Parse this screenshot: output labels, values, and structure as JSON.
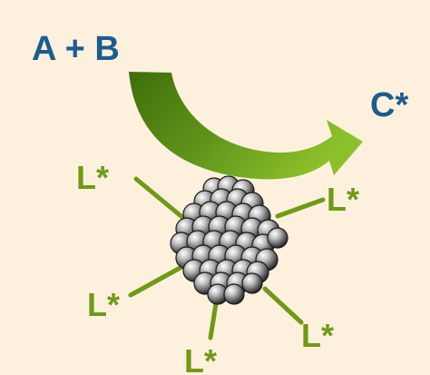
{
  "reaction": {
    "reactants": "A + B",
    "product": "C*"
  },
  "ligands": {
    "labels": [
      "L*",
      "L*",
      "L*",
      "L*",
      "L*"
    ]
  },
  "colors": {
    "background": "#fdf0dd",
    "reaction_text": "#1b5d8e",
    "ligand_text": "#6f9a16",
    "ligand_line": "#6f9a16",
    "arrow_dark": "#4a7a0c",
    "arrow_light": "#7fb51c",
    "atom_dark": "#3a3a3a",
    "atom_light": "#f2f2f2"
  },
  "icons": {
    "arrow": "curved-arrow-icon",
    "cluster": "nanoparticle-cluster-icon"
  }
}
